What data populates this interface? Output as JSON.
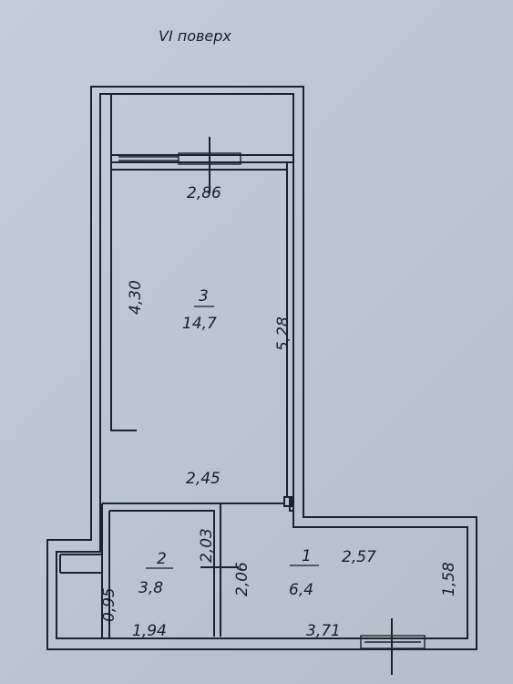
{
  "floor_label": "VI поверх",
  "rooms": [
    {
      "number": "3",
      "area": "14,7"
    },
    {
      "number": "2",
      "area": "3,8"
    },
    {
      "number": "1",
      "area": "6,4"
    }
  ],
  "dimensions": {
    "balcony_width": "2,86",
    "room3_left": "4,30",
    "room3_right": "5,28",
    "room3_bottom": "2,45",
    "room2_top_inner": "2,03",
    "room2_right": "2,06",
    "room2_left": "0,95",
    "room2_bottom": "1,94",
    "room1_top": "2,57",
    "room1_right": "1,58",
    "room1_bottom": "3,71"
  }
}
